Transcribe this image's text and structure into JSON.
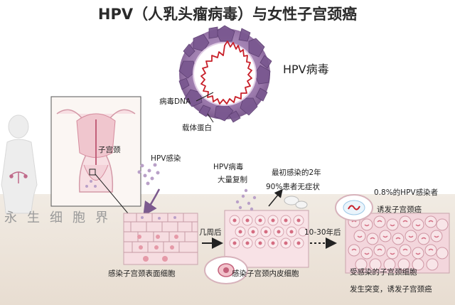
{
  "title": "HPV（人乳头瘤病毒）与女性子宫颈癌",
  "labels": {
    "virus": "HPV病毒",
    "viral_dna": "病毒DNA",
    "capsid": "载体蛋白",
    "cervix": "子宫颈",
    "infection": "HPV感染",
    "replication_1": "HPV病毒",
    "replication_2": "大量复制",
    "asymptomatic_1": "最初感染的2年",
    "asymptomatic_2": "90%患者无症状",
    "rate": "0.8%的HPV感染者",
    "induce": "诱发子宫颈癌",
    "weeks": "几周后",
    "years": "10-30年后",
    "stage1": "感染子宫颈表面细胞",
    "stage2": "感染子宫颈内皮细胞",
    "stage3": "受感染的子宫颈细胞",
    "mutation": "发生突变，诱发子宫颈癌"
  },
  "watermark": "永生细胞界",
  "colors": {
    "virus_fill": "#8e6a9e",
    "dna": "#c8202a",
    "cell_pink": "#f5c9cf",
    "nucleus": "#e59aa8",
    "particle": "#b9a0c8",
    "band": "#efe7dd"
  }
}
